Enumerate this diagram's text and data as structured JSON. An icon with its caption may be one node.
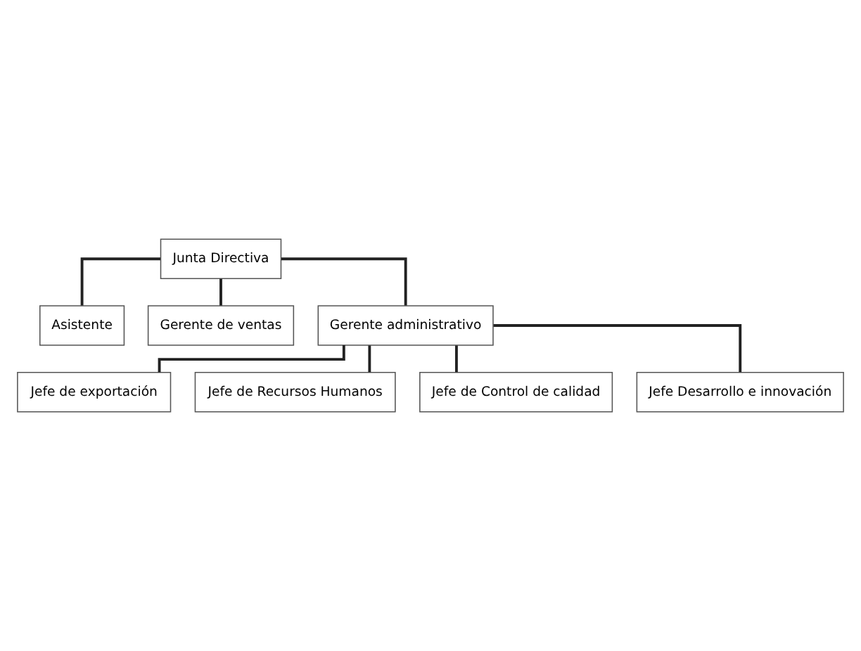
{
  "diagram": {
    "nodes": [
      {
        "text": [
          "Junta Directiva"
        ]
      },
      {
        "text": [
          "Asistente"
        ]
      },
      {
        "text": [
          "Gerente de ventas"
        ]
      },
      {
        "text": [
          "Gerente administrativo"
        ]
      },
      {
        "text": [
          "Jefe de exportación"
        ]
      },
      {
        "text": [
          "Jefe de Recursos Humanos"
        ]
      },
      {
        "text": [
          "Jefe de Control de calidad"
        ]
      },
      {
        "text": [
          "Jefe Desarrollo e innovación"
        ]
      }
    ],
    "edges": [
      {
        "from": 0,
        "to": 1,
        "arrow": "none"
      },
      {
        "from": 0,
        "to": 2,
        "arrow": "none"
      },
      {
        "from": 0,
        "to": 3,
        "arrow": "none"
      },
      {
        "from": 3,
        "to": 4,
        "arrow": "none"
      },
      {
        "from": 3,
        "to": 5,
        "arrow": "none"
      },
      {
        "from": 3,
        "to": 6,
        "arrow": "none"
      },
      {
        "from": 3,
        "to": 7,
        "arrow": "none"
      }
    ]
  }
}
